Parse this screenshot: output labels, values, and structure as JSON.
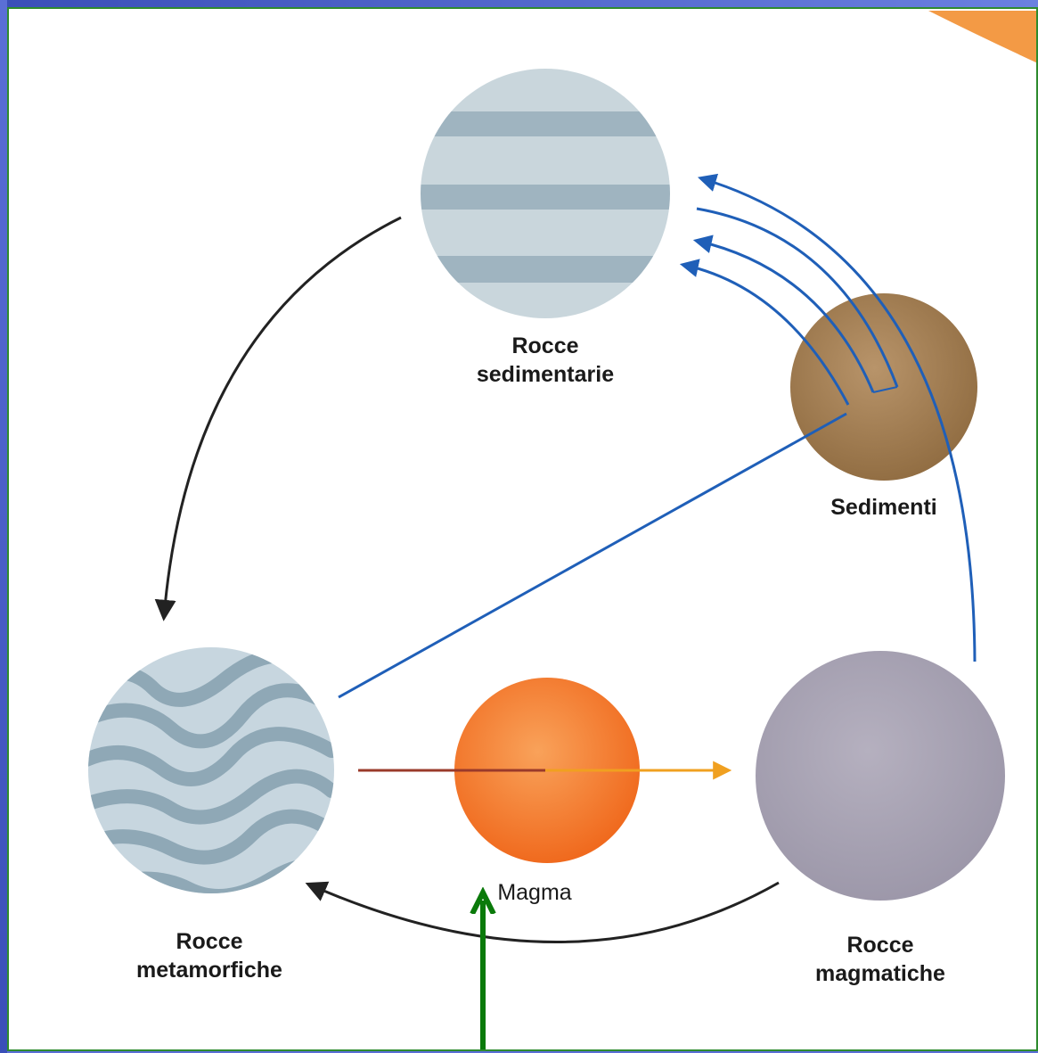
{
  "labels": {
    "sedimentary_line1": "Rocce",
    "sedimentary_line2": "sedimentarie",
    "sediments": "Sedimenti",
    "metamorphic_line1": "Rocce",
    "metamorphic_line2": "metamorfiche",
    "magma": "Magma",
    "igneous_line1": "Rocce",
    "igneous_line2": "magmatiche"
  },
  "colors": {
    "frame_background": "#5a6fd6",
    "frame_border": "#2e8b2e",
    "erosion_arrows": "#1f5fb8",
    "cycle_arrows": "#222222",
    "magma_arrow": "#f0a020",
    "pointer_arrow": "#0a7a0a",
    "sedimentary_rock": "#b7c6cf",
    "sediments": "#a98555",
    "metamorphic_rock": "#a9bcc8",
    "magma": "#f47c2a",
    "igneous_rock": "#a9a4b3"
  }
}
